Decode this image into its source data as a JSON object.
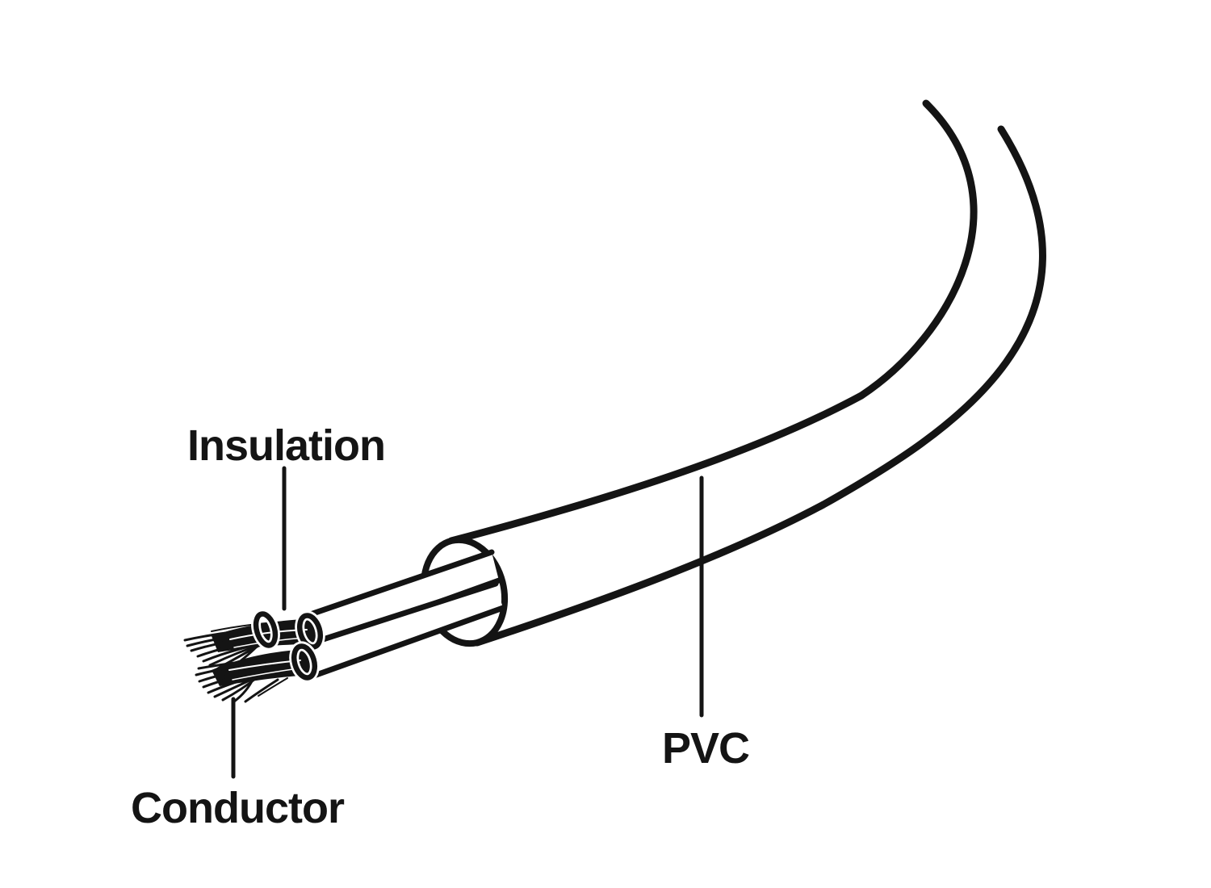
{
  "figure": {
    "background_color": "#ffffff",
    "ink_color": "#141414",
    "labels": {
      "insulation": "Insulation",
      "conductor": "Conductor",
      "pvc": "PVC"
    }
  }
}
